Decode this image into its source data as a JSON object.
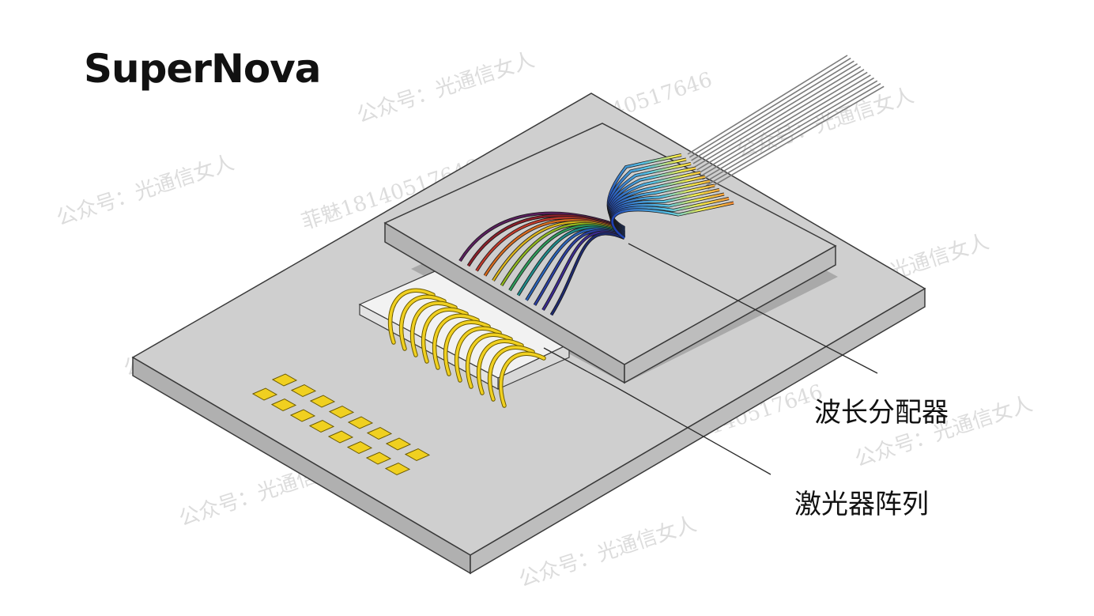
{
  "title": "SuperNova",
  "labels": {
    "demux": "波长分配器",
    "laser_array": "激光器阵列"
  },
  "watermarks": {
    "account": "公众号：光通信女人",
    "contact": "菲魅18140517646"
  },
  "colors": {
    "substrate_top": "#cfcfcf",
    "substrate_side": "#b3b3b3",
    "gold": "#f0d020",
    "outline": "#3a3a3a"
  }
}
